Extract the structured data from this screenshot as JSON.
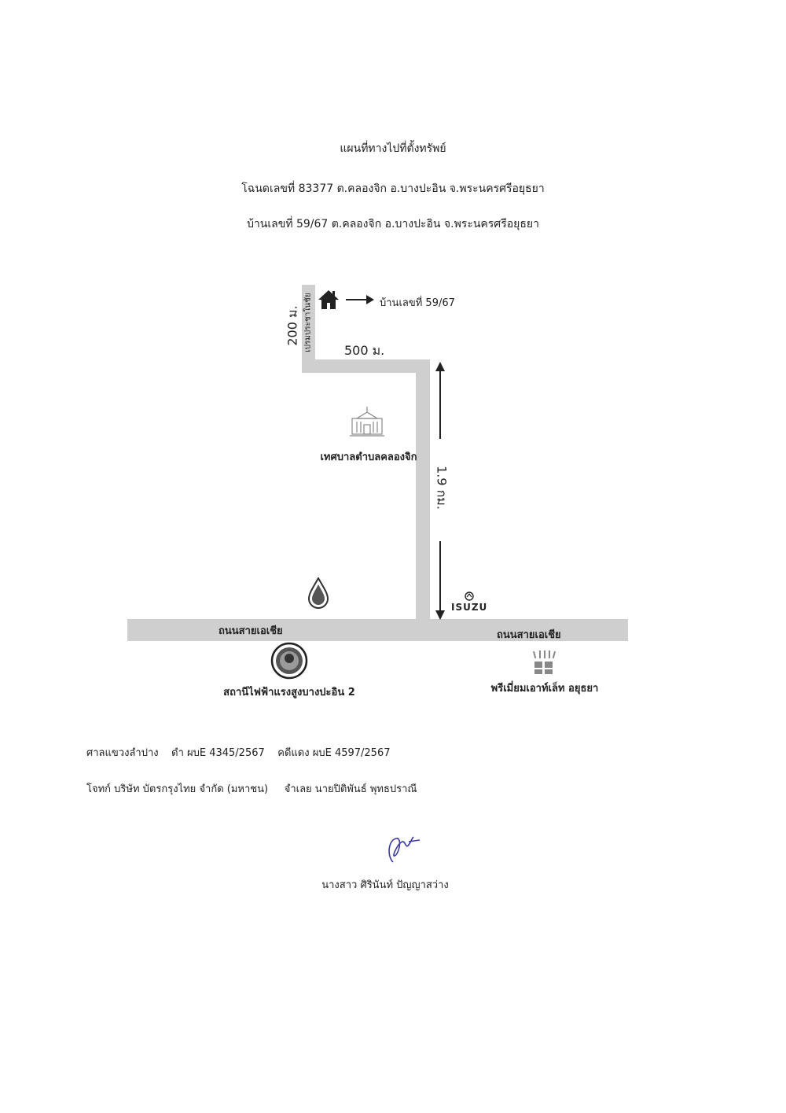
{
  "header": {
    "title": "แผนที่ทางไปที่ตั้งทรัพย์",
    "deed": "โฉนดเลขที่ 83377 ต.คลองจิก อ.บางปะอิน จ.พระนครศรีอยุธยา",
    "house": "บ้านเลขที่ 59/67 ต.คลองจิก อ.บางปะอิน จ.พระนครศรีอยุธยา"
  },
  "map": {
    "house_label": "บ้านเลขที่ 59/67",
    "dist_200": "200 ม.",
    "dist_500": "500 ม.",
    "dist_19": "1.9 กม.",
    "side_road": "เปรมประชาในชัย",
    "municipality": "เทศบาลตำบลคลองจิก",
    "isuzu": "ISUZU",
    "road_left": "ถนนสายเอเชีย",
    "road_right": "ถนนสายเอเชีย",
    "power_station": "สถานีไฟฟ้าแรงสูงบางปะอิน 2",
    "outlet": "พรีเมี่ยมเอาท์เล็ท อยุธยา",
    "icons": [
      "house-icon",
      "municipality-building-icon",
      "ptt-fuel-drop-icon",
      "isuzu-logo-icon",
      "power-station-seal-icon",
      "outlet-shop-icon"
    ]
  },
  "court": {
    "line1": "ศาลแขวงลำปาง    ดำ ผบE 4345/2567    คดีแดง ผบE 4597/2567",
    "line2": "โจทก์ บริษัท บัตรกรุงไทย จำกัด (มหาชน)     จำเลย นายปิติพันธ์ พุทธปราณี"
  },
  "signature": {
    "name": "นางสาว ศิรินันท์ ปัญญาสว่าง"
  }
}
